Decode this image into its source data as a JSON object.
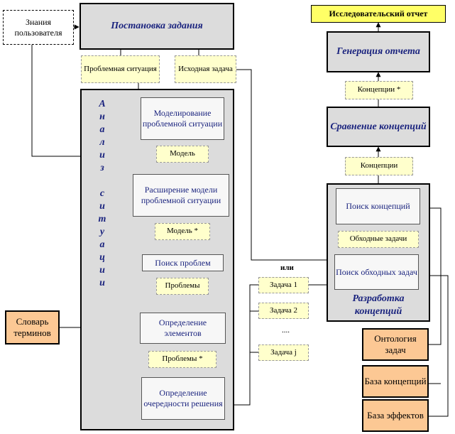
{
  "nodes": {
    "user_knowledge": "Знания пользователя",
    "problem_statement": "Постановка задания",
    "problem_situation": "Проблемная ситуация",
    "initial_task": "Исходная задача",
    "analysis_title": "Анализ ситуации",
    "modeling": "Моделирование проблемной ситуации",
    "model": "Модель",
    "extension": "Расширение модели проблемной ситуации",
    "model_star": "Модель *",
    "problem_search": "Поиск проблем",
    "problems": "Проблемы",
    "element_definition": "Определение элементов",
    "problems_star": "Проблемы *",
    "order_definition": "Определение очередности решения",
    "dictionary": "Словарь терминов",
    "or_label": "или",
    "task1": "Задача 1",
    "task2": "Задача 2",
    "dots": "....",
    "taskj": "Задача j",
    "research_report": "Исследовательский отчет",
    "report_generation": "Генерация отчета",
    "concepts_star": "Концепции *",
    "concept_comparison": "Сравнение концепций",
    "concepts": "Концепции",
    "concept_search": "Поиск концепций",
    "workaround_tasks": "Обходные задачи",
    "workaround_search": "Поиск обходных задач",
    "concept_development": "Разработка концепций",
    "ontology": "Онтология задач",
    "concept_base": "База концепций",
    "effects_base": "База эффектов"
  }
}
